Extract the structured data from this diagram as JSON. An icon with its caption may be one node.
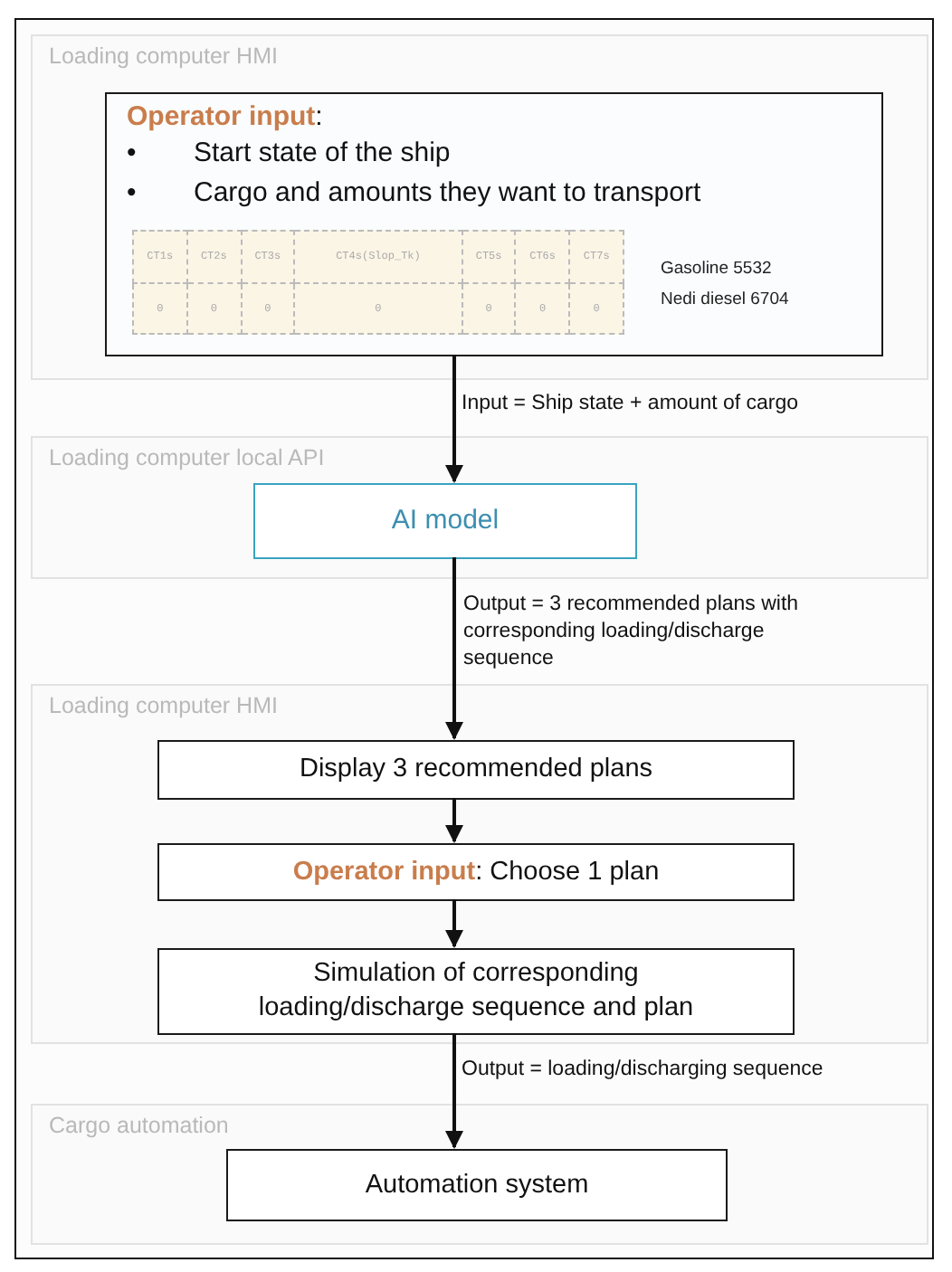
{
  "diagram": {
    "nodes": [
      {
        "text": [
          "Loading computer HMI"
        ]
      },
      {
        "text": [
          "**Operator input**:",
          "•",
          "Start state of the ship",
          "•",
          "Cargo and amounts they want to transport"
        ],
        "in": 0
      },
      {
        "text": [
          "Loading computer local API"
        ]
      },
      {
        "text": [
          "AI model"
        ],
        "in": 2
      },
      {
        "text": [
          "Loading computer HMI"
        ]
      },
      {
        "text": [
          "Display 3 recommended plans"
        ],
        "in": 4
      },
      {
        "text": [
          "**Operator input**: Choose 1 plan"
        ],
        "in": 4
      },
      {
        "text": [
          "Simulation of corresponding loading/discharge sequence and plan"
        ],
        "in": 4
      },
      {
        "text": [
          "Cargo automation"
        ]
      },
      {
        "text": [
          "Automation system"
        ],
        "in": 8
      }
    ],
    "edges": [
      {
        "from": 1,
        "to": 3,
        "arrow": "to",
        "label": "Input = Ship state + amount of cargo"
      },
      {
        "from": 3,
        "to": 5,
        "arrow": "to",
        "label": "Output = 3 recommended plans with corresponding loading/discharge sequence"
      },
      {
        "from": 5,
        "to": 6,
        "arrow": "to"
      },
      {
        "from": 6,
        "to": 7,
        "arrow": "to"
      },
      {
        "from": 7,
        "to": 9,
        "arrow": "to",
        "label": "Output = loading/discharging sequence"
      }
    ],
    "labels": [
      "CT1s",
      "CT2s",
      "CT3s",
      "CT4s(Slop_Tk)",
      "CT5s",
      "CT6s",
      "CT7s",
      "0",
      "0",
      "0",
      "0",
      "0",
      "0",
      "0",
      "Gasoline 5532",
      "Nedi diesel 6704"
    ]
  }
}
